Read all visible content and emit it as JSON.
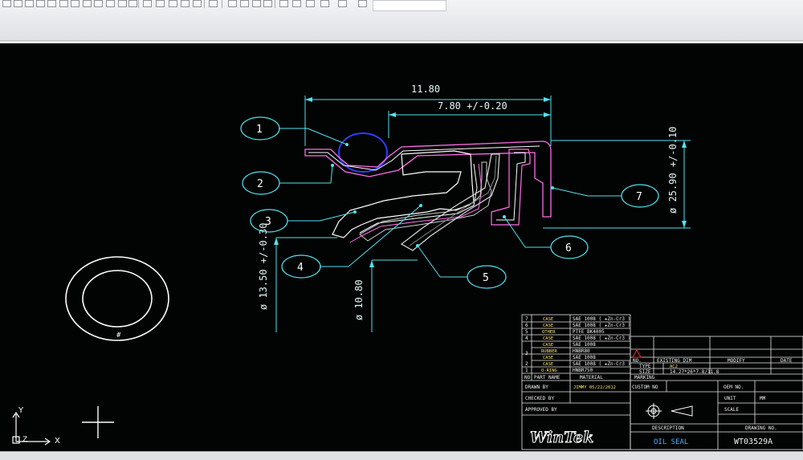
{
  "dimensions": {
    "overall_width": "11.80",
    "inner_width": "7.80 +/-0.20",
    "outer_diameter": "ø 25.90 +/-0.10",
    "inner_diameter": "ø 13.50 +/-0.30",
    "shaft_diameter": "ø 10.80"
  },
  "bubbles": [
    "1",
    "2",
    "3",
    "4",
    "5",
    "6",
    "7"
  ],
  "part_view": {
    "mark": "#"
  },
  "ucs": {
    "y_label": "Y",
    "x_label": "X",
    "z_label": "Z"
  },
  "bom": {
    "rows": [
      {
        "no": "7",
        "part": "CASE",
        "material": "SAE 1008 ( ★Zn-Cr3 )"
      },
      {
        "no": "6",
        "part": "CASE",
        "material": "SAE 1008 ( ★Zn-Cr3 )"
      },
      {
        "no": "5",
        "part": "OTHER",
        "material": "PTFE BK4005"
      },
      {
        "no": "4",
        "part": "CASE",
        "material": "SAE 1008 ( ★Zn-Cr3 )"
      },
      {
        "no": "",
        "part": "CASE",
        "material": "SAE 1008"
      },
      {
        "no": "3",
        "part": "RUBBER",
        "material": "HNBR80"
      },
      {
        "no": "",
        "part": "CASE",
        "material": "SAE 1008"
      },
      {
        "no": "2",
        "part": "CASE",
        "material": "SAE 1008 ( ★Zn-Cr3 )"
      },
      {
        "no": "1",
        "part": "O-RING",
        "material": "HNBR750"
      }
    ],
    "header": {
      "no": "NO",
      "part": "PART NAME",
      "material": "MATERIAL"
    },
    "drawn_by_label": "DRAWN BY",
    "drawn_by_value": "JIMMY 05/22/2012",
    "checked_by_label": "CHECKED BY",
    "approved_by_label": "APPROVED BY",
    "logo": "WinTek"
  },
  "title_block": {
    "rev_no": "NO.",
    "existing_dim": "EXISTING DIM",
    "modify": "MODIFY",
    "date": "DATE",
    "type_label": "TYPE",
    "type_value": "AC2",
    "size_label": "SIZE",
    "size_value": "14.27*26*7.8/11.8",
    "marking_label": "MARKING",
    "custom_no_label": "CUSTOM NO",
    "oem_no_label": "OEM NO.",
    "unit_label": "UNIT",
    "unit_value": "MM",
    "scale_label": "SCALE",
    "description_label": "DESCRIPTION",
    "drawing_no_label": "DRAWING NO.",
    "description_value": "OIL SEAL",
    "drawing_no_value": "WT03529A"
  },
  "colors": {
    "outline": "#ffffff",
    "magenta": "#ff6ee8",
    "cyan": "#4fe3ee",
    "blue_oring": "#2f3cff",
    "yellow": "#ffe36a",
    "red_warning": "#ff2a2a"
  }
}
